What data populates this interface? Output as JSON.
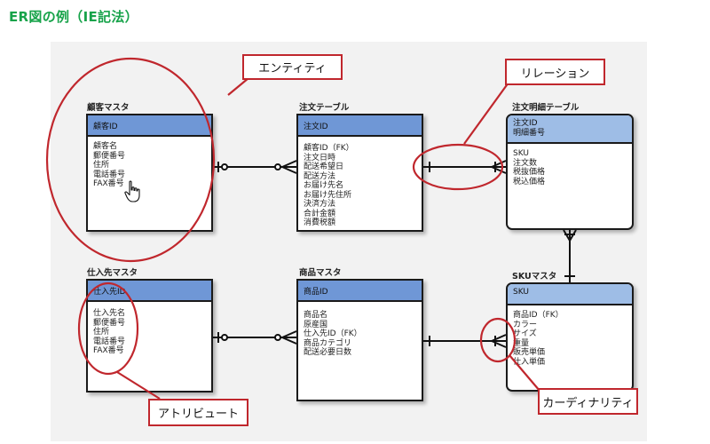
{
  "page": {
    "title": "ER図の例（IE記法）"
  },
  "entities": {
    "customer": {
      "label": "顧客マスタ",
      "keys": [
        "顧客ID"
      ],
      "attributes": [
        "顧客名",
        "郵便番号",
        "住所",
        "電話番号",
        "FAX番号"
      ]
    },
    "order": {
      "label": "注文テーブル",
      "keys": [
        "注文ID"
      ],
      "attributes": [
        "顧客ID（FK）",
        "注文日時",
        "配送希望日",
        "配送方法",
        "お届け先名",
        "お届け先住所",
        "決済方法",
        "合計金額",
        "消費税額"
      ]
    },
    "order_detail": {
      "label": "注文明細テーブル",
      "keys": [
        "注文ID",
        "明細番号"
      ],
      "attributes": [
        "SKU",
        "注文数",
        "税抜価格",
        "税込価格"
      ]
    },
    "supplier": {
      "label": "仕入先マスタ",
      "keys": [
        "仕入先ID"
      ],
      "attributes": [
        "仕入先名",
        "郵便番号",
        "住所",
        "電話番号",
        "FAX番号"
      ]
    },
    "product": {
      "label": "商品マスタ",
      "keys": [
        "商品ID"
      ],
      "attributes": [
        "商品名",
        "原産国",
        "仕入先ID（FK）",
        "商品カテゴリ",
        "配送必要日数"
      ]
    },
    "sku": {
      "label": "SKUマスタ",
      "keys": [
        "SKU"
      ],
      "attributes": [
        "商品ID（FK）",
        "カラー",
        "サイズ",
        "重量",
        "販売単価",
        "仕入単価"
      ]
    }
  },
  "callouts": {
    "entity": "エンティティ",
    "relation": "リレーション",
    "attribute": "アトリビュート",
    "cardinality": "カーディナリティ"
  },
  "colors": {
    "title": "#17a34a",
    "header_square": "#6f97d6",
    "header_rounded": "#9ebde6",
    "annotation": "#c0272d"
  },
  "icons": {
    "cursor": "hand-pointer-icon"
  }
}
